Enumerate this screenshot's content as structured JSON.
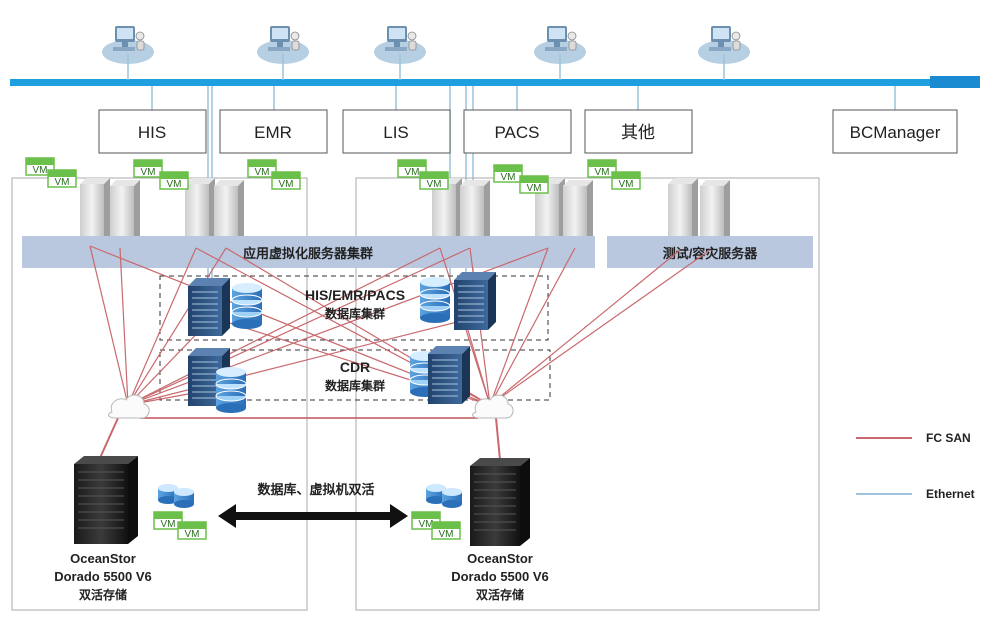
{
  "systems": [
    "HIS",
    "EMR",
    "LIS",
    "PACS",
    "其他",
    "BCManager"
  ],
  "clusters": {
    "app_virtualization": "应用虚拟化服务器集群",
    "test_dr": "测试/容灾服务器"
  },
  "databases": {
    "primary_name": "HIS/EMR/PACS",
    "primary_sub": "数据库集群",
    "cdr_name": "CDR",
    "cdr_sub": "数据库集群"
  },
  "vm_label": "VM",
  "active_active": "数据库、虚拟机双活",
  "storage": {
    "left": [
      "OceanStor",
      "Dorado 5500 V6",
      "双活存储"
    ],
    "right": [
      "OceanStor",
      "Dorado 5500 V6",
      "双活存储"
    ]
  },
  "legend": {
    "fc_san": {
      "label": "FC SAN",
      "color": "#c9696e"
    },
    "ethernet": {
      "label": "Ethernet",
      "color": "#9cc3d9"
    }
  },
  "colors": {
    "bus": "#1e9fe0",
    "cluster_band": "#b9c8df",
    "server_rack": "#2d4f7a",
    "db_cylinder": "#3a7fc8",
    "vm_green": "#6ac04a"
  },
  "icons": {
    "client": "desktop-computer-icon",
    "server": "server-tower-icon",
    "rack": "server-rack-icon",
    "database": "database-icon",
    "switch": "san-switch-icon",
    "storage": "storage-array-icon"
  }
}
